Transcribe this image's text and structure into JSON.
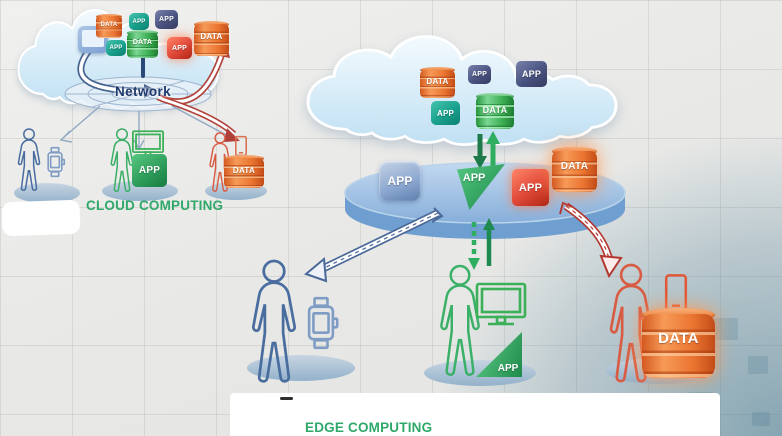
{
  "cloud_section": {
    "caption": "CLOUD COMPUTING",
    "network_label": "Network",
    "cloud_icons": [
      {
        "name": "data-cylinder-orange-small",
        "label": "DATA"
      },
      {
        "name": "app-box-teal",
        "label": "APP"
      },
      {
        "name": "app-box-navy",
        "label": "APP"
      },
      {
        "name": "data-cylinder-green",
        "label": "DATA"
      },
      {
        "name": "app-box-teal-2",
        "label": "APP"
      },
      {
        "name": "app-box-red",
        "label": "APP"
      },
      {
        "name": "data-cylinder-orange",
        "label": "DATA"
      }
    ],
    "users": [
      {
        "name": "user-with-smartwatch",
        "device": "smartwatch"
      },
      {
        "name": "user-with-monitor",
        "device": "monitor",
        "badge": "APP"
      },
      {
        "name": "user-with-smartphone",
        "device": "smartphone",
        "badge": "DATA"
      }
    ]
  },
  "edge_section": {
    "caption": "EDGE COMPUTING",
    "cloud_icons": [
      {
        "name": "data-cylinder-orange",
        "label": "DATA"
      },
      {
        "name": "app-box-navy-small",
        "label": "APP"
      },
      {
        "name": "app-box-navy",
        "label": "APP"
      },
      {
        "name": "app-box-teal",
        "label": "APP"
      },
      {
        "name": "data-cylinder-green",
        "label": "DATA"
      }
    ],
    "platform_icons": [
      {
        "name": "app-box-blue",
        "label": "APP"
      },
      {
        "name": "app-flag-green",
        "label": "APP"
      },
      {
        "name": "app-box-red",
        "label": "APP"
      },
      {
        "name": "data-cylinder-orange-glow",
        "label": "DATA"
      }
    ],
    "users": [
      {
        "name": "user-with-smartwatch",
        "device": "smartwatch"
      },
      {
        "name": "user-with-monitor",
        "device": "monitor",
        "badge": "APP"
      },
      {
        "name": "user-with-smartphone",
        "device": "smartphone",
        "badge": "DATA"
      }
    ]
  },
  "colors": {
    "caption_green": "#2fa86a",
    "network_text": "#1d3a6e",
    "app_teal": "#18a08c",
    "app_navy": "#4a5380",
    "app_red": "#e04838",
    "app_blue": "#8aa6cf",
    "app_green": "#2e9e5b",
    "data_orange": "#e8763d",
    "data_green": "#35b055",
    "cloud_fill": "#d9edf9",
    "disc_fill": "#9dc0e4",
    "person_blue": "#4a6da0",
    "person_green": "#3bb068",
    "person_orange": "#d85c44"
  }
}
